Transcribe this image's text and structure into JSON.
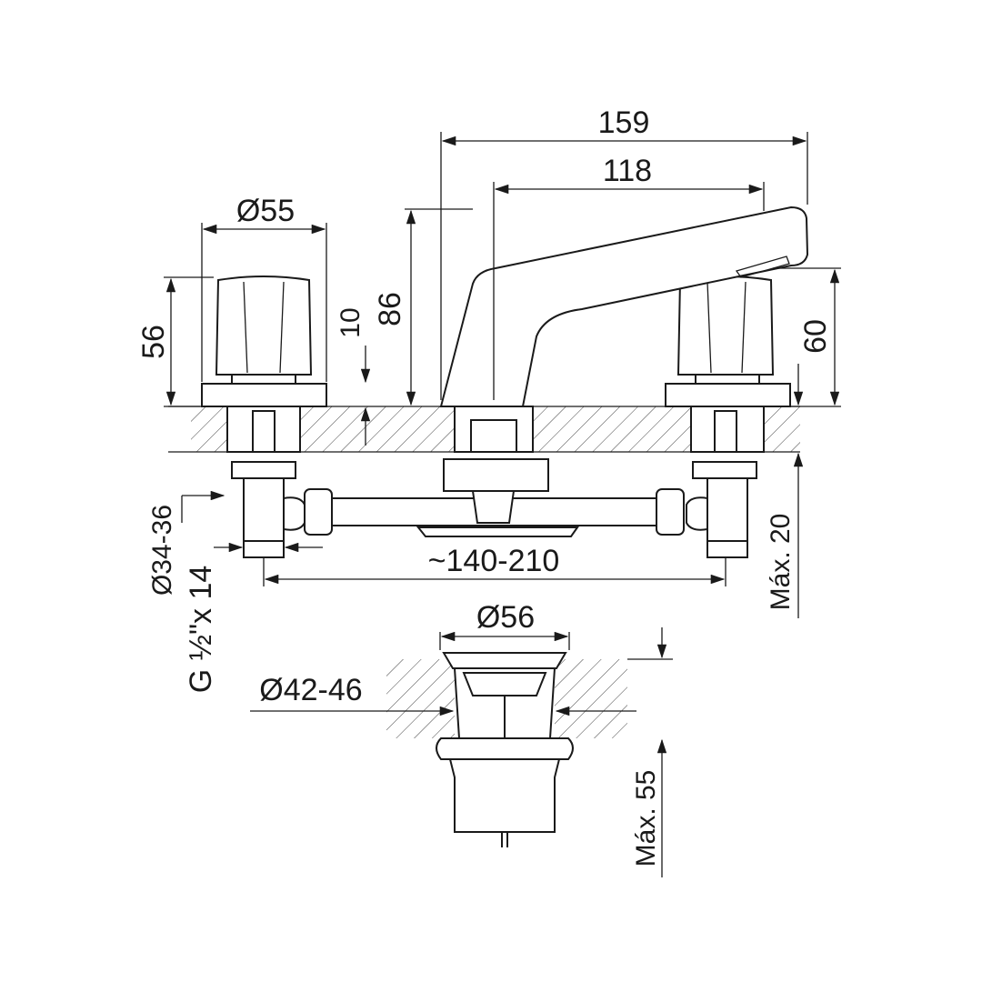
{
  "title": "Faucet dimension drawing",
  "dimensions": {
    "overall_length": "159",
    "spout_reach": "118",
    "handle_diameter": "Ø55",
    "handle_height": "56",
    "base_thickness": "10",
    "spout_height": "86",
    "outlet_height": "60",
    "hole_diameter": "Ø34-36",
    "thread": "G ½\"x 14",
    "center_distance": "~140-210",
    "max_counter_thickness": "Máx. 20",
    "drain_diameter": "Ø56",
    "drain_hole_diameter": "Ø42-46",
    "max_drain_thickness": "Máx. 55"
  },
  "colors": {
    "line": "#1a1a1a",
    "background": "#ffffff"
  }
}
